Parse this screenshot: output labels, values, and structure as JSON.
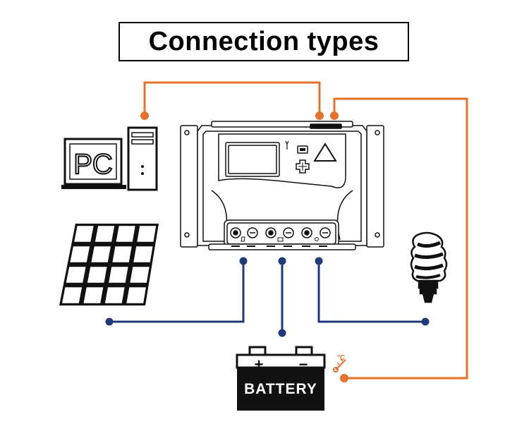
{
  "title": "Connection types",
  "devices": {
    "pc_label": "PC",
    "battery_label": "BATTERY",
    "battery_plus": "+",
    "battery_minus": "−",
    "temp_sensor_label": "°C"
  },
  "colors": {
    "comm_wire": "#e8712a",
    "power_wire": "#1f3a78",
    "outline": "#111111",
    "fill_dark": "#1a1a1a"
  }
}
